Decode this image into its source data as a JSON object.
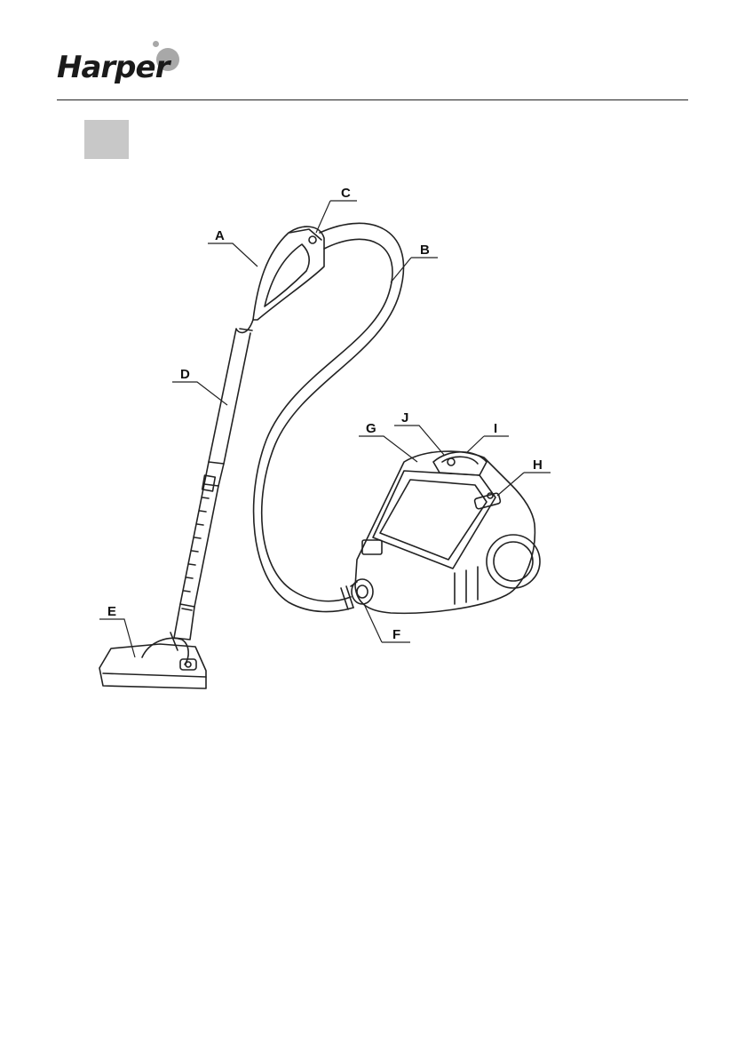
{
  "header": {
    "brand_name": "Harper",
    "accent_color": "#a8a8a8"
  },
  "section": {
    "marker_color": "#c8c8c8"
  },
  "figure": {
    "subject": "canister vacuum cleaner",
    "callouts": {
      "A": "A",
      "B": "B",
      "C": "C",
      "D": "D",
      "E": "E",
      "F": "F",
      "G": "G",
      "H": "H",
      "I": "I",
      "J": "J"
    }
  }
}
